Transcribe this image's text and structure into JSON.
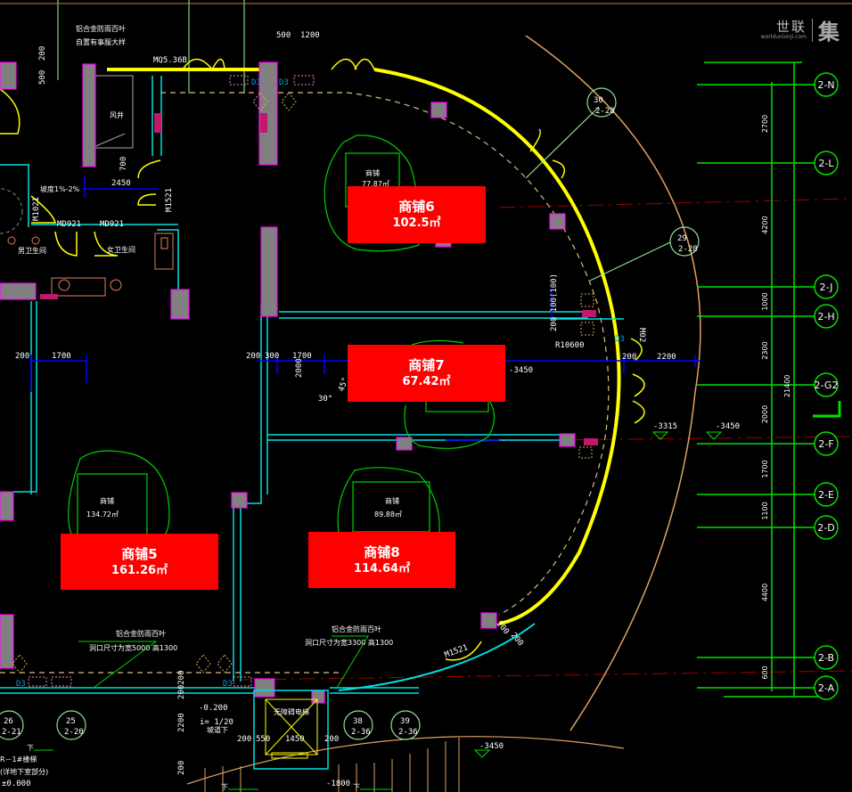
{
  "watermark": {
    "brand": "世联",
    "url": "worldunionji.com",
    "mark": "集"
  },
  "shops": [
    {
      "name": "商铺6",
      "area": "102.5㎡"
    },
    {
      "name": "商铺7",
      "area": "67.42㎡"
    },
    {
      "name": "商铺5",
      "area": "161.26㎡"
    },
    {
      "name": "商铺8",
      "area": "114.64㎡"
    }
  ],
  "underlay_rooms": [
    {
      "name": "商铺",
      "area": "77.87㎡"
    },
    {
      "name": "商铺",
      "area": "134.72㎡"
    },
    {
      "name": "商铺",
      "area": "89.88㎡"
    }
  ],
  "axes": [
    {
      "id": "2-N"
    },
    {
      "id": "2-L"
    },
    {
      "id": "2-J"
    },
    {
      "id": "2-H"
    },
    {
      "id": "2-G2"
    },
    {
      "id": "2-F"
    },
    {
      "id": "2-E"
    },
    {
      "id": "2-D"
    },
    {
      "id": "2-B"
    },
    {
      "id": "2-A"
    }
  ],
  "axis_dims": [
    "2700",
    "4200",
    "1000",
    "2300",
    "2000",
    "1700",
    "1100",
    "4400",
    "600"
  ],
  "axis_total": "21400",
  "annotations": {
    "louver_top_1": "铝合金防雨百叶",
    "louver_top_2": "自置有事服大样",
    "curtain_wall": "MQ5.36B",
    "dim_500": "500",
    "dim_1200": "1200",
    "dim_200a": "200",
    "dim_500b": "500",
    "shaft": "风井",
    "dim_2450": "2450",
    "dim_700": "700",
    "door_m1521": "M1521",
    "door_m1021": "M1021",
    "door_md921a": "MD921",
    "door_md921b": "MD921",
    "slope": "坡度1%-2%",
    "mens_wc": "男卫生间",
    "womens_wc": "女卫生间",
    "dim_200_l": "200",
    "dim_1700_l": "1700",
    "dim_200_m": "200",
    "dim_300_m": "300",
    "dim_1700_m": "1700",
    "dim_2000_v": "2000",
    "angle_30": "30°",
    "angle_45": "45°",
    "r10600": "R10600",
    "dim_2200": "2200",
    "dim_200_r": "200",
    "dim_100": "200 100(100)",
    "door_m02": "M02",
    "elev_3315": "-3315",
    "elev_3450a": "-3450",
    "elev_3450b": "-3450",
    "elev_3450c": "-3450",
    "detail_30": "30",
    "detail_30s": "2-28",
    "detail_29": "29",
    "detail_29s": "2-28",
    "d3a": "D3",
    "d3b": "D3",
    "d3c": "D3",
    "d3d": "D3",
    "d3e": "D3",
    "louver_b1_1": "铝合金防雨百叶",
    "louver_b1_2": "洞口尺寸为宽5000 高1300",
    "louver_b2_1": "铝合金防雨百叶",
    "louver_b2_2": "洞口尺寸为宽3300 高1300",
    "door_m1521b": "M1521",
    "dim_200_b1": "200",
    "dim_200_b2": "200",
    "elevator": "无障碍电梯",
    "slope_ratio": "i= 1/20",
    "elev_0200": "-0.200",
    "ramp_down": "坡道下",
    "dim_e200a": "200",
    "dim_e550": "550",
    "dim_e1450": "1450",
    "dim_e200b": "200",
    "dim_2200v": "2200",
    "dim_200200": "200200",
    "dim_200bot": "200",
    "b26": "26",
    "b26s": "2-21",
    "b25": "25",
    "b25s": "2-20",
    "b38": "38",
    "b38s": "2-36",
    "b39": "39",
    "b39s": "2-36",
    "down_a": "下",
    "down_b": "下",
    "down_c": "下",
    "stair_1": "R－1#楼梯",
    "stair_2": "(详地下室部分)",
    "stair_3": "±0.000",
    "elev_1800": "-1800"
  },
  "colors": {
    "label_bg": "#ff0000",
    "axis": "#00e000",
    "wall": "#808080",
    "wall_edge": "#ff00ff",
    "cyan": "#00e0e0",
    "yellow": "#ffff00",
    "blue": "#0000ff",
    "arc": "#e0a060"
  }
}
